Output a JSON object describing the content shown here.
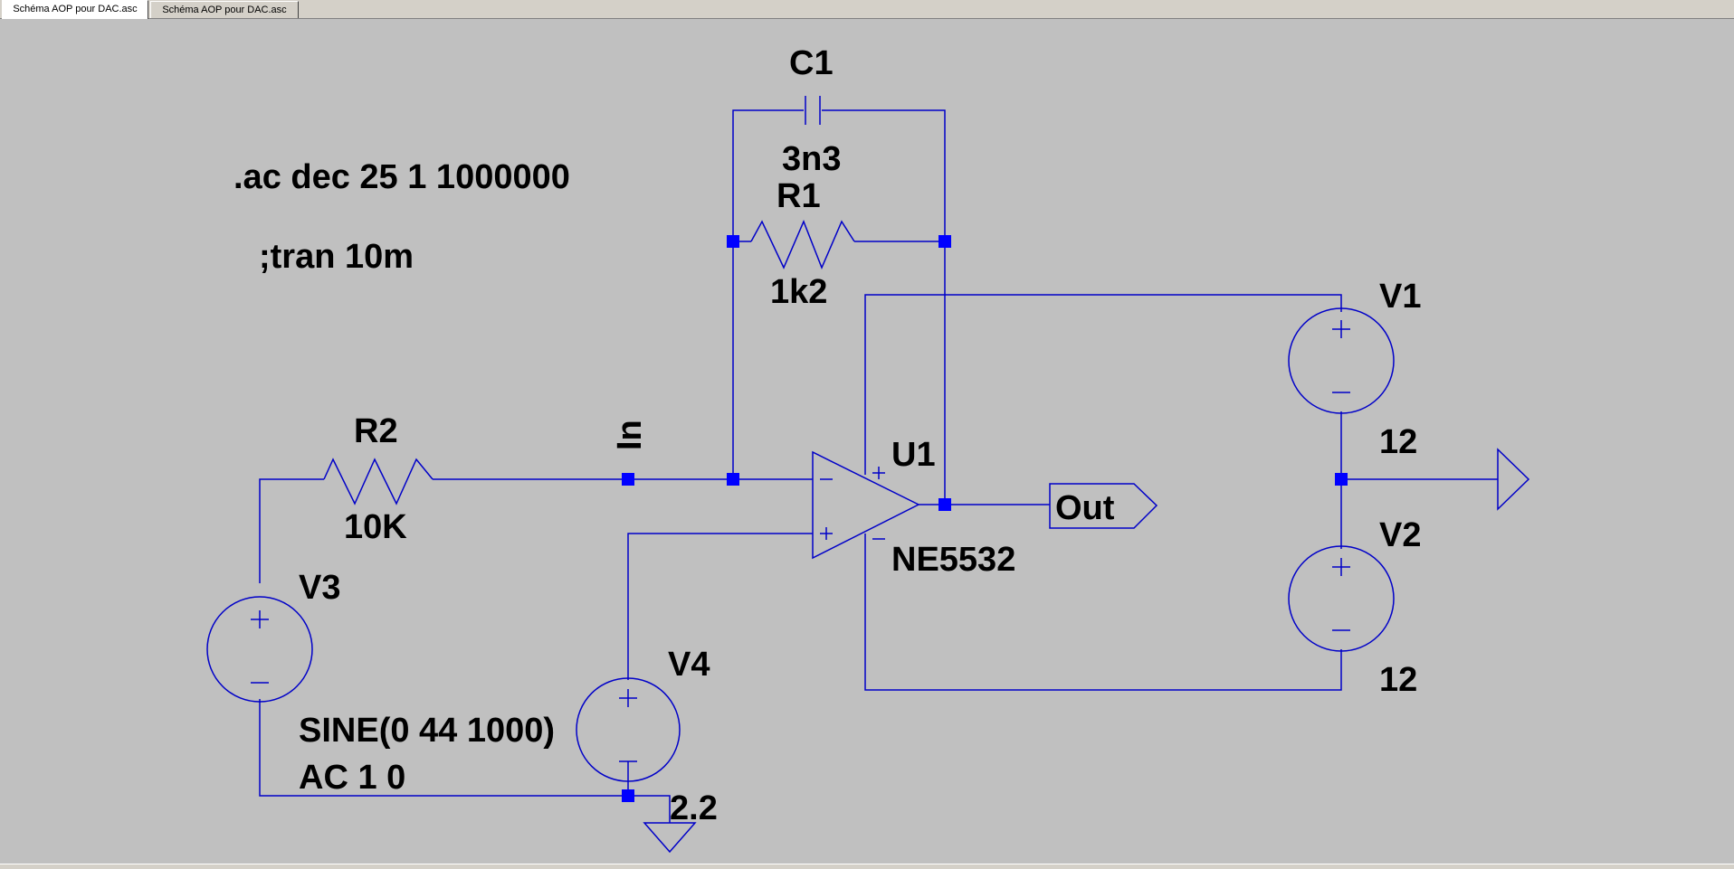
{
  "tabs": [
    {
      "label": "Schéma AOP pour DAC.asc",
      "active": true
    },
    {
      "label": "Schéma AOP pour DAC.asc",
      "active": false
    }
  ],
  "directives": {
    "ac": ".ac dec 25 1 1000000",
    "tran": ";tran 10m"
  },
  "components": {
    "c1": {
      "name": "C1",
      "value": "3n3"
    },
    "r1": {
      "name": "R1",
      "value": "1k2"
    },
    "r2": {
      "name": "R2",
      "value": "10K"
    },
    "u1": {
      "name": "U1",
      "value": "NE5532"
    },
    "v1": {
      "name": "V1",
      "value": "12"
    },
    "v2": {
      "name": "V2",
      "value": "12"
    },
    "v3": {
      "name": "V3",
      "value_line1": "SINE(0 44 1000)",
      "value_line2": "AC 1 0"
    },
    "v4": {
      "name": "V4",
      "value": "2.2"
    }
  },
  "nets": {
    "in": "In",
    "out": "Out"
  },
  "colors": {
    "wire": "#0000c8",
    "junction": "#0000ff",
    "background": "#c0c0c0"
  }
}
